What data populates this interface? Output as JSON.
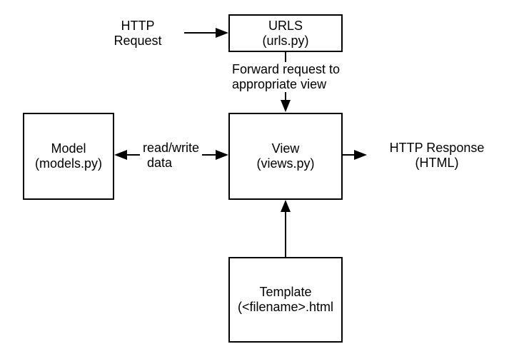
{
  "colors": {
    "background": "#ffffff",
    "stroke": "#000000",
    "text": "#000000"
  },
  "boxes": {
    "urls": {
      "title": "URLS",
      "subtitle": "(urls.py)"
    },
    "view": {
      "title": "View",
      "subtitle": "(views.py)"
    },
    "model": {
      "title": "Model",
      "subtitle": "(models.py)"
    },
    "template": {
      "title": "Template",
      "subtitle": "(<filename>.html"
    }
  },
  "labels": {
    "http_request": {
      "line1": "HTTP",
      "line2": "Request"
    },
    "forward": {
      "line1": "Forward request to",
      "line2": "appropriate view"
    },
    "read_write": {
      "line1": "read/write",
      "line2": "data"
    },
    "http_response": {
      "line1": "HTTP Response",
      "line2": "(HTML)"
    }
  }
}
